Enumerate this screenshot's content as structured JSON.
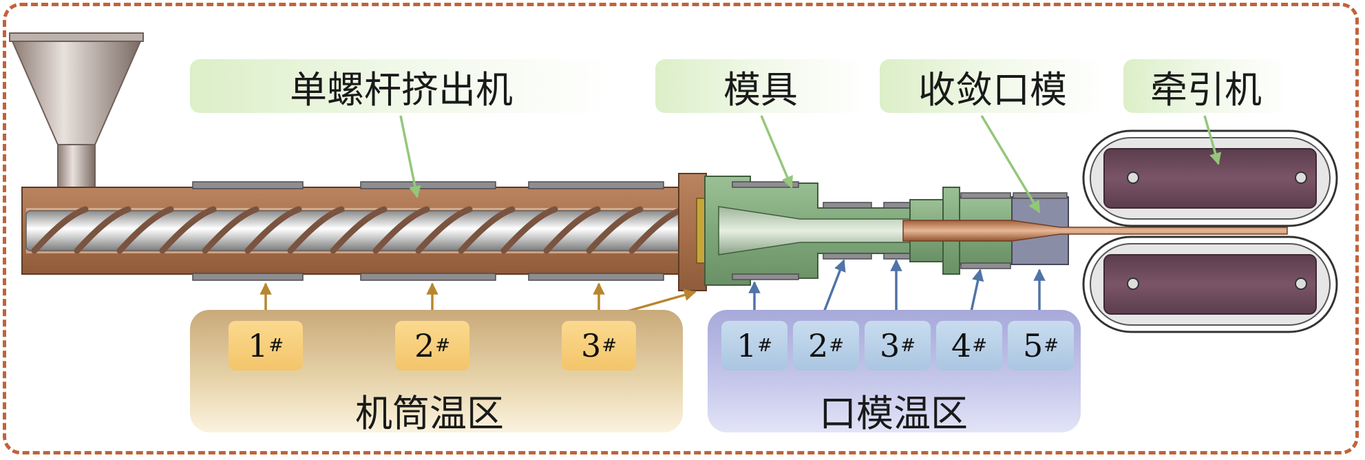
{
  "labels": {
    "extruder": "单螺杆挤出机",
    "mold": "模具",
    "die": "收敛口模",
    "puller": "牵引机"
  },
  "zones": {
    "barrel": {
      "title": "机筒温区",
      "color": "#e6d2a8",
      "arrow_color": "#b8862e",
      "items": [
        {
          "num": "1",
          "mark": "#"
        },
        {
          "num": "2",
          "mark": "#"
        },
        {
          "num": "3",
          "mark": "#"
        }
      ]
    },
    "die": {
      "title": "口模温区",
      "color": "#c3c5ea",
      "arrow_color": "#4f74a8",
      "items": [
        {
          "num": "1",
          "mark": "#"
        },
        {
          "num": "2",
          "mark": "#"
        },
        {
          "num": "3",
          "mark": "#"
        },
        {
          "num": "4",
          "mark": "#"
        },
        {
          "num": "5",
          "mark": "#"
        }
      ]
    }
  },
  "colors": {
    "frame": "#c0633a",
    "barrel": "#a8704b",
    "mold": "#7ea87a",
    "die_block": "#8a8da6",
    "puller_belt": "#6d4b5e",
    "green_arrow": "#93c77a"
  }
}
